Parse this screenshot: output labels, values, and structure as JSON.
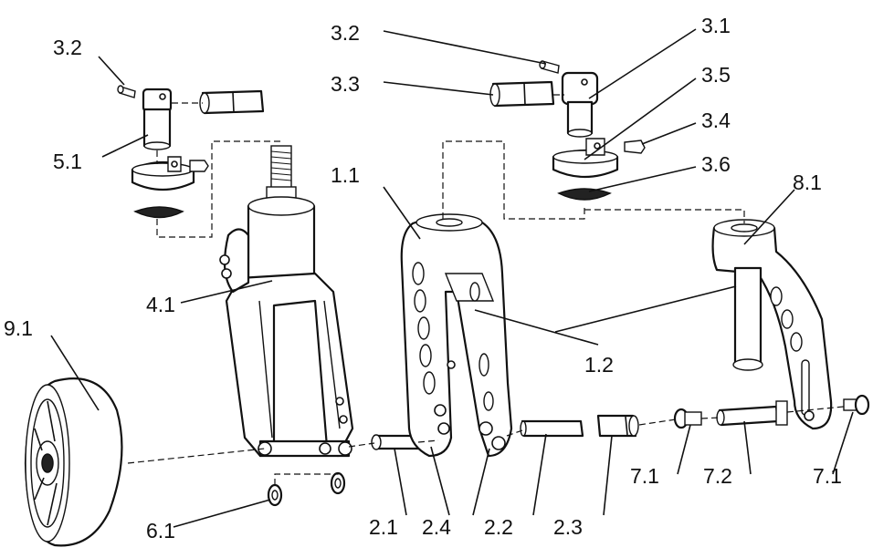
{
  "labels": {
    "l_3_2_left": "3.2",
    "l_5_1": "5.1",
    "l_9_1": "9.1",
    "l_4_1": "4.1",
    "l_6_1": "6.1",
    "l_2_1": "2.1",
    "l_2_4": "2.4",
    "l_2_2": "2.2",
    "l_2_3": "2.3",
    "l_3_2_right": "3.2",
    "l_3_3": "3.3",
    "l_3_1": "3.1",
    "l_3_5": "3.5",
    "l_3_4": "3.4",
    "l_3_6": "3.6",
    "l_1_1": "1.1",
    "l_1_2": "1.2",
    "l_8_1": "8.1",
    "l_7_1_left": "7.1",
    "l_7_2": "7.2",
    "l_7_1_right": "7.1"
  }
}
